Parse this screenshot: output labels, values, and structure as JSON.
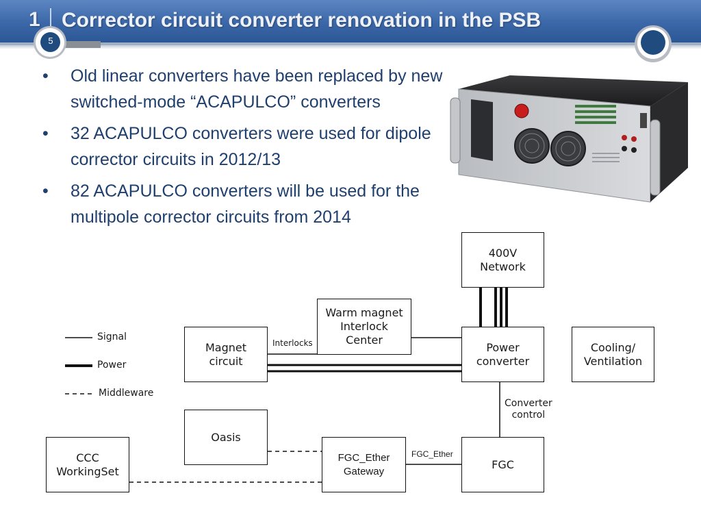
{
  "header": {
    "section_number": "1",
    "title": "Corrector circuit converter renovation in the PSB",
    "page_number": "5"
  },
  "bullets": [
    "Old linear converters have been replaced by new switched-mode “ACAPULCO” converters",
    "32 ACAPULCO converters were used for dipole corrector circuits in 2012/13",
    "82 ACAPULCO converters will be used for the multipole corrector circuits from 2014"
  ],
  "legend": {
    "signal": "Signal",
    "power": "Power",
    "middleware": "Middleware"
  },
  "diagram": {
    "network": [
      "400V",
      "Network"
    ],
    "magnet_circuit": [
      "Magnet",
      "circuit"
    ],
    "interlock_center": [
      "Warm magnet",
      "Interlock",
      "Center"
    ],
    "power_converter": [
      "Power",
      "converter"
    ],
    "cooling": [
      "Cooling/",
      "Ventilation"
    ],
    "oasis": "Oasis",
    "ccc": [
      "CCC",
      "WorkingSet"
    ],
    "gateway": [
      "FGC_Ether",
      "Gateway"
    ],
    "fgc": "FGC",
    "interlocks_label": "Interlocks",
    "converter_control_label": [
      "Converter",
      "control"
    ],
    "fgc_ether_label": "FGC_Ether"
  },
  "colors": {
    "header_blue": "#3b67a8",
    "bullet_text": "#1f3f6e",
    "badge_blue": "#1f4b7f"
  }
}
